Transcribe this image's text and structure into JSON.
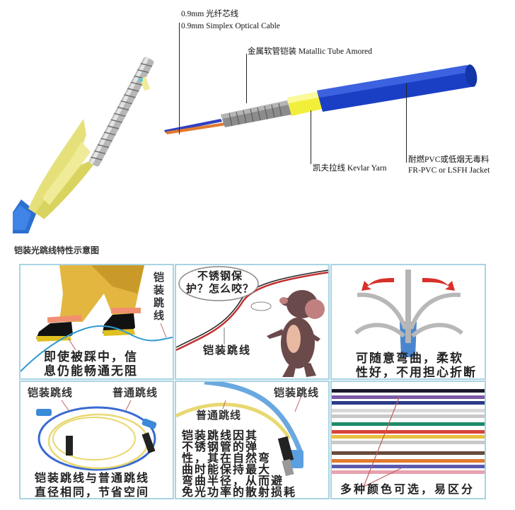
{
  "diagram": {
    "labels": {
      "fiber_cn": "0.9mm 光纤芯线",
      "fiber_en": "0.9mm Simplex Optical Cable",
      "tube": "金属软管铠装 Matallic Tube Amored",
      "kevlar": "凯夫拉线 Kevlar Yarn",
      "jacket_cn": "耐燃PVC或低烟无毒料",
      "jacket_en": "FR-PVC or LSFH Jacket"
    },
    "colors": {
      "jacket": "#1a3fc4",
      "kevlar": "#f2ef3a",
      "tube": "#8c8c8c",
      "fiber_blue": "#3040c0",
      "fiber_orange": "#e07a30"
    }
  },
  "section": {
    "title": "铠装光跳线特性示意图"
  },
  "panels": [
    {
      "id": "trample",
      "vertical_label": [
        "铠",
        "装",
        "跳",
        "线"
      ],
      "caption": [
        "即使被踩中，信",
        "息仍能畅通无阻"
      ]
    },
    {
      "id": "bite",
      "bubble": [
        "不锈钢保",
        "护？怎么咬？"
      ],
      "caption": [
        "铠装跳线"
      ]
    },
    {
      "id": "bend",
      "caption": [
        "可随意弯曲，柔软",
        "性好，不用担心折断"
      ]
    },
    {
      "id": "diameter",
      "top_left": "铠装跳线",
      "top_right": "普通跳线",
      "caption": [
        "铠装跳线与普通跳线",
        "直径相同，节省空间"
      ]
    },
    {
      "id": "radius",
      "top_right": "铠装跳线",
      "top_left": "普通跳线",
      "caption": [
        "铠装跳线因其",
        "不锈钢管的弹",
        "性，其在自然弯",
        "曲时能保持最大",
        "弯曲半径，从而避",
        "免光功率的散射损耗"
      ]
    },
    {
      "id": "colors",
      "caption": [
        "多种颜色可选，易区分"
      ],
      "cable_colors": [
        "#1a1a2a",
        "#7b5aa6",
        "#2a3a8a",
        "#d8d8d8",
        "#c8c8c8",
        "#1f8a6a",
        "#d8443a",
        "#e8c040",
        "#c8c8c8",
        "#6a4a3a",
        "#e07a30",
        "#5a5ab0",
        "#e8a0b0"
      ]
    }
  ]
}
